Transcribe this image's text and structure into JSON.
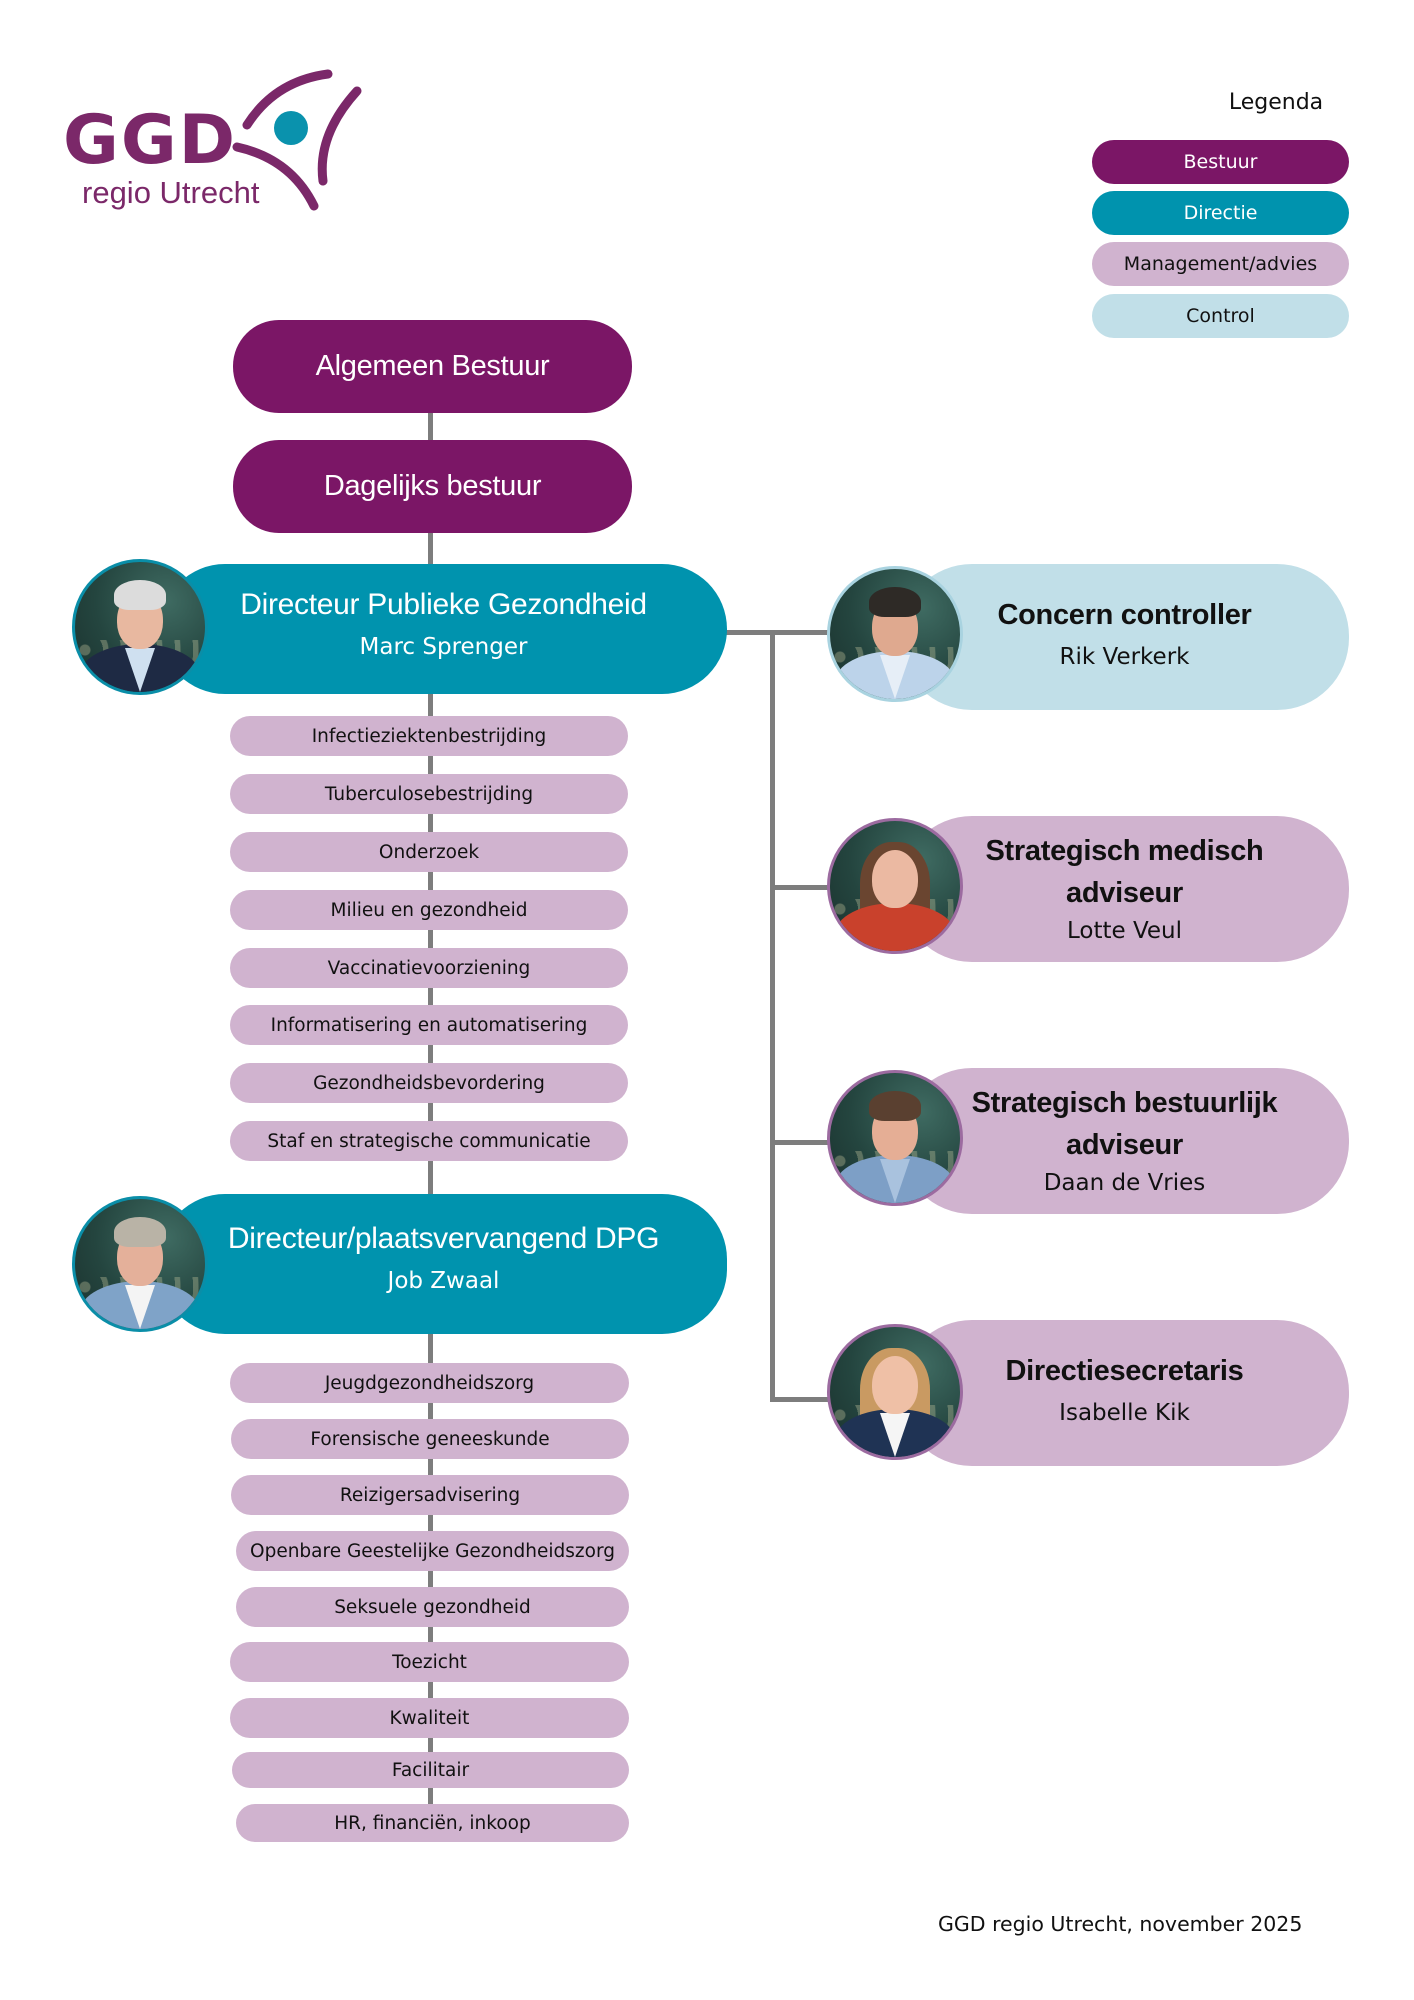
{
  "logo": {
    "brand": "GGD",
    "region": "regio Utrecht",
    "colors": {
      "purple": "#7b2869",
      "teal": "#0a92ad"
    }
  },
  "legend": {
    "title": "Legenda",
    "items": [
      {
        "label": "Bestuur",
        "color": "#7b1666",
        "text_color": "#ffffff"
      },
      {
        "label": "Directie",
        "color": "#0093ae",
        "text_color": "#ffffff"
      },
      {
        "label": "Management/advies",
        "color": "#d0b3cf",
        "text_color": "#111111"
      },
      {
        "label": "Control",
        "color": "#c1dfe8",
        "text_color": "#111111"
      }
    ]
  },
  "bestuur": {
    "algemeen": "Algemeen Bestuur",
    "dagelijks": "Dagelijks bestuur"
  },
  "directie": [
    {
      "title": "Directeur Publieke Gezondheid",
      "name": "Marc Sprenger",
      "photo": "portrait-man-grey-hair",
      "units": [
        "Infectieziektenbestrijding",
        "Tuberculosebestrijding",
        "Onderzoek",
        "Milieu en gezondheid",
        "Vaccinatievoorziening",
        "Informatisering en automatisering",
        "Gezondheidsbevordering",
        "Staf en strategische communicatie"
      ]
    },
    {
      "title": "Directeur/plaatsvervangend DPG",
      "name": "Job Zwaal",
      "photo": "portrait-man-blue-jacket",
      "units": [
        "Jeugdgezondheidszorg",
        "Forensische geneeskunde",
        "Reizigersadvisering",
        "Openbare Geestelijke Gezondheidszorg",
        "Seksuele gezondheid",
        "Toezicht",
        "Kwaliteit",
        "Facilitair",
        "HR, financiën, inkoop"
      ]
    }
  ],
  "staff": [
    {
      "title_lines": [
        "Concern controller"
      ],
      "name": "Rik Verkerk",
      "type": "Control",
      "photo": "portrait-man-light-shirt"
    },
    {
      "title_lines": [
        "Strategisch medisch",
        "adviseur"
      ],
      "name": "Lotte Veul",
      "type": "Management/advies",
      "photo": "portrait-woman-red-top"
    },
    {
      "title_lines": [
        "Strategisch bestuurlijk",
        "adviseur"
      ],
      "name": "Daan de Vries",
      "type": "Management/advies",
      "photo": "portrait-man-blue-shirt"
    },
    {
      "title_lines": [
        "Directiesecretaris"
      ],
      "name": "Isabelle Kik",
      "type": "Management/advies",
      "photo": "portrait-woman-blonde"
    }
  ],
  "footer": "GGD regio Utrecht, november 2025"
}
